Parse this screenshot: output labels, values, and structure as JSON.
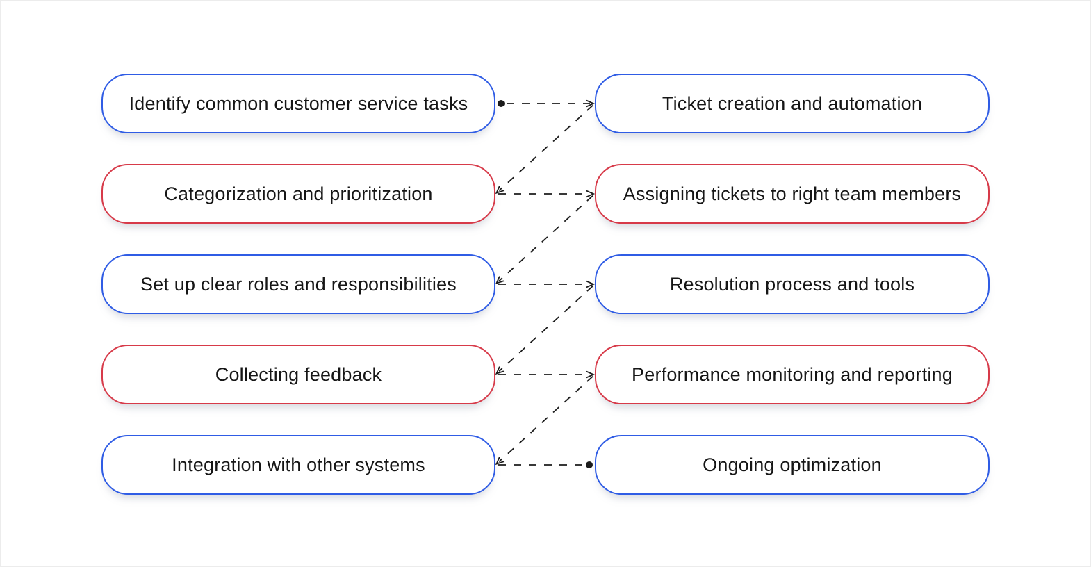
{
  "diagram": {
    "background": "#ffffff",
    "colors": {
      "blue": "#2f5ce5",
      "red": "#d73a49",
      "line": "#1c1c1c",
      "text": "#161616"
    },
    "left_boxes": [
      {
        "label": "Identify common customer service tasks",
        "border": "blue"
      },
      {
        "label": "Categorization and prioritization",
        "border": "red"
      },
      {
        "label": "Set up clear roles and responsibilities",
        "border": "blue"
      },
      {
        "label": "Collecting feedback",
        "border": "red"
      },
      {
        "label": "Integration with other systems",
        "border": "blue"
      }
    ],
    "right_boxes": [
      {
        "label": "Ticket creation and automation",
        "border": "blue"
      },
      {
        "label": "Assigning tickets to right team members",
        "border": "red"
      },
      {
        "label": "Resolution process and tools",
        "border": "blue"
      },
      {
        "label": "Performance monitoring and reporting",
        "border": "red"
      },
      {
        "label": "Ongoing optimization",
        "border": "blue"
      }
    ],
    "connections": [
      {
        "from": "left-1",
        "to": "right-1",
        "style": "dashed",
        "start": "dot",
        "end": "arrow"
      },
      {
        "from": "right-1",
        "to": "left-2",
        "style": "dashed",
        "start": "none",
        "end": "arrow"
      },
      {
        "from": "left-2",
        "to": "right-2",
        "style": "dashed",
        "start": "none",
        "end": "arrow"
      },
      {
        "from": "right-2",
        "to": "left-3",
        "style": "dashed",
        "start": "none",
        "end": "arrow"
      },
      {
        "from": "left-3",
        "to": "right-3",
        "style": "dashed",
        "start": "none",
        "end": "arrow"
      },
      {
        "from": "right-3",
        "to": "left-4",
        "style": "dashed",
        "start": "none",
        "end": "arrow"
      },
      {
        "from": "left-4",
        "to": "right-4",
        "style": "dashed",
        "start": "none",
        "end": "arrow"
      },
      {
        "from": "right-4",
        "to": "left-5",
        "style": "dashed",
        "start": "none",
        "end": "arrow"
      },
      {
        "from": "left-5",
        "to": "right-5",
        "style": "dashed",
        "start": "none",
        "end": "dot"
      }
    ]
  }
}
